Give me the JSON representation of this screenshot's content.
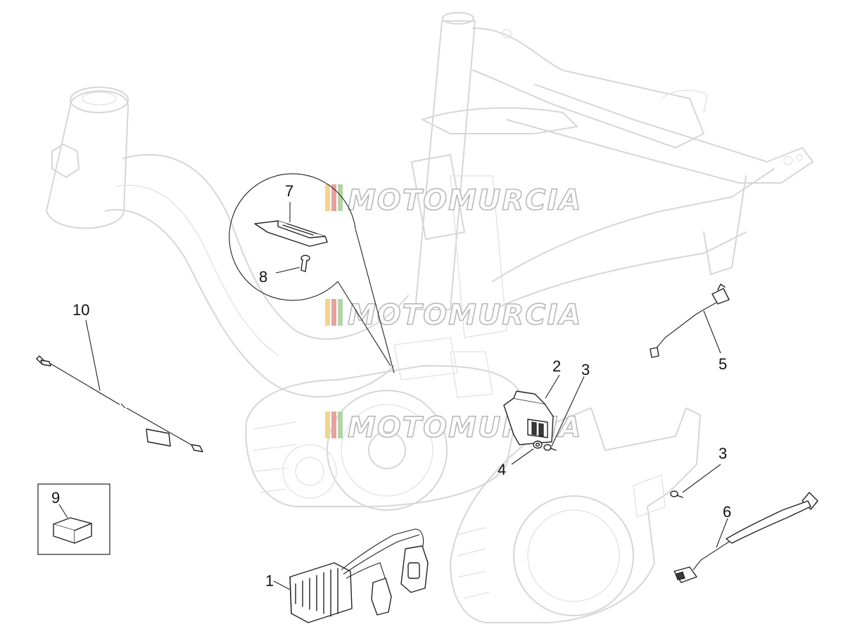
{
  "watermark": {
    "text": "MOTOMURCIA",
    "colors": [
      "#f2d48a",
      "#e8a0a0",
      "#b0d4a8"
    ]
  },
  "part_labels": [
    "1",
    "2",
    "3",
    "4",
    "5",
    "3",
    "6",
    "7",
    "8",
    "9",
    "10"
  ],
  "colors": {
    "line": "#222222",
    "ghost_line": "#d6d6d6",
    "background": "#ffffff"
  }
}
